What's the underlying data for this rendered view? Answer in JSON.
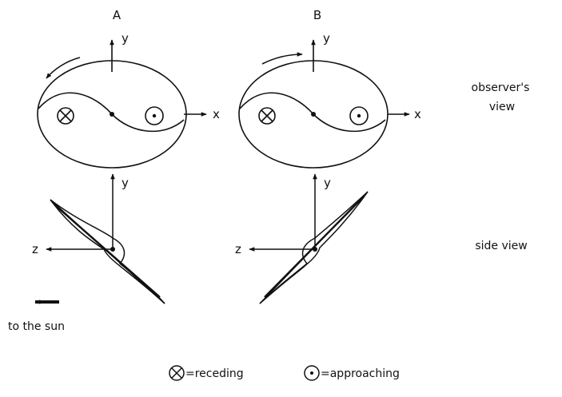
{
  "panels": [
    {
      "label": "A",
      "rotation": "counter-clockwise",
      "side_view_tilt": "top-left to bottom-right"
    },
    {
      "label": "B",
      "rotation": "clockwise",
      "side_view_tilt": "bottom-left to top-right"
    }
  ],
  "axes": {
    "x": "x",
    "y": "y",
    "z": "z"
  },
  "row_labels": {
    "observer_line1": "observer's",
    "observer_line2": "view",
    "side": "side view"
  },
  "sun_label": "to the sun",
  "legend": {
    "receding": "=receding",
    "approaching": "=approaching"
  },
  "colors": {
    "ink": "#111111",
    "background": "#ffffff"
  }
}
